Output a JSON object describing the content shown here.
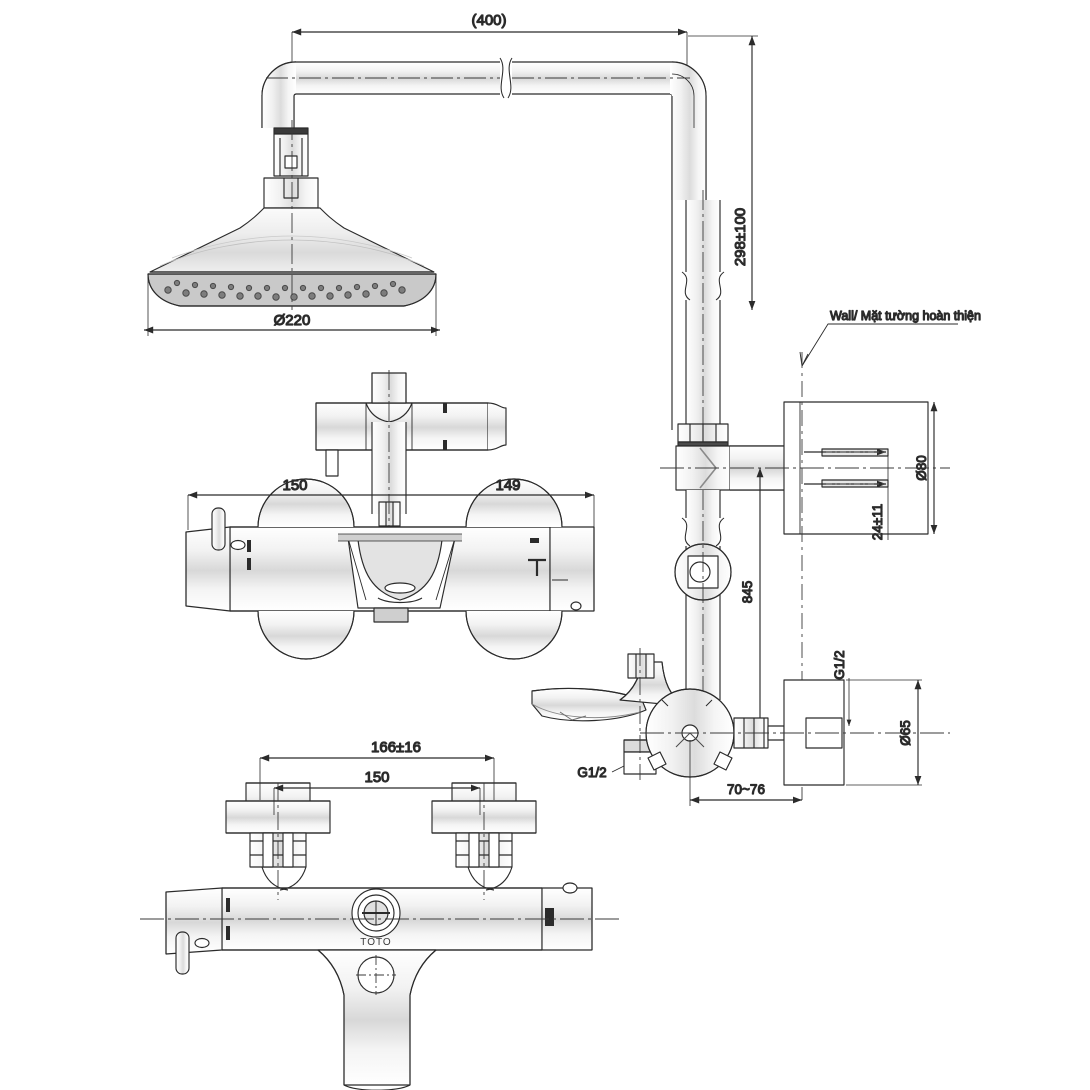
{
  "drawing": {
    "title": "Thermostatic shower column technical dimension drawing",
    "line_color": "#2b2b2b",
    "thin_line_color": "#555555",
    "shade_color": "#9a9a9a",
    "background": "#ffffff"
  },
  "dimensions": {
    "top_arm_length": "(400)",
    "shower_head_diameter": "Ø220",
    "riser_upper_height": "298±100",
    "mixer_left": "150",
    "mixer_right": "149",
    "wall_plate_diameter": "Ø80",
    "wall_plate_offset": "24±11",
    "riser_total_height": "845",
    "outlet_flange_diameter": "Ø65",
    "wall_projection": "70~76",
    "spread_outer": "166±16",
    "spread_inner": "150",
    "inlet_thread_left": "G1/2",
    "inlet_thread_right": "G1/2"
  },
  "notes": {
    "wall_note": "Wall/ Mặt tường hoàn thiện"
  },
  "labels": {
    "brand_mark": "TOTO"
  }
}
